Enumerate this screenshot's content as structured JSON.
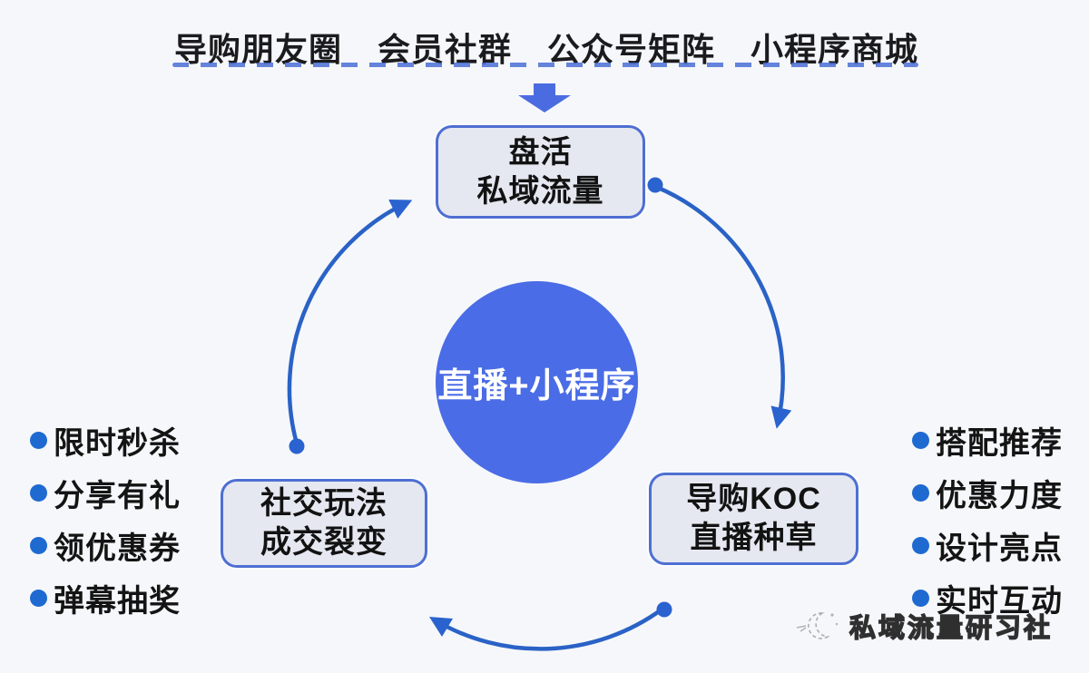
{
  "channels": {
    "items": [
      "导购朋友圈",
      "会员社群",
      "公众号矩阵",
      "小程序商城"
    ]
  },
  "flow": {
    "center_label": "直播+小程序",
    "top_node": {
      "line1": "盘活",
      "line2": "私域流量"
    },
    "left_node": {
      "line1": "社交玩法",
      "line2": "成交裂变"
    },
    "right_node": {
      "line1": "导购KOC",
      "line2": "直播种草"
    }
  },
  "left_list": {
    "items": [
      "限时秒杀",
      "分享有礼",
      "领优惠券",
      "弹幕抽奖"
    ]
  },
  "right_list": {
    "items": [
      "搭配推荐",
      "优惠力度",
      "设计亮点",
      "实时互动"
    ]
  },
  "watermark": {
    "text": "私域流量研习社",
    "icon": "crescent-moon-icon"
  },
  "colors": {
    "background": "#f6f7fa",
    "circle_blue": "#4a6ce6",
    "arc_blue": "#2a62c6",
    "bullet_blue": "#1e6ad0",
    "node_fill": "#e5e8f1",
    "node_border": "#4e6fd2",
    "dashed_line": "#4a6fd6",
    "text_dark": "#1b1b1d"
  }
}
